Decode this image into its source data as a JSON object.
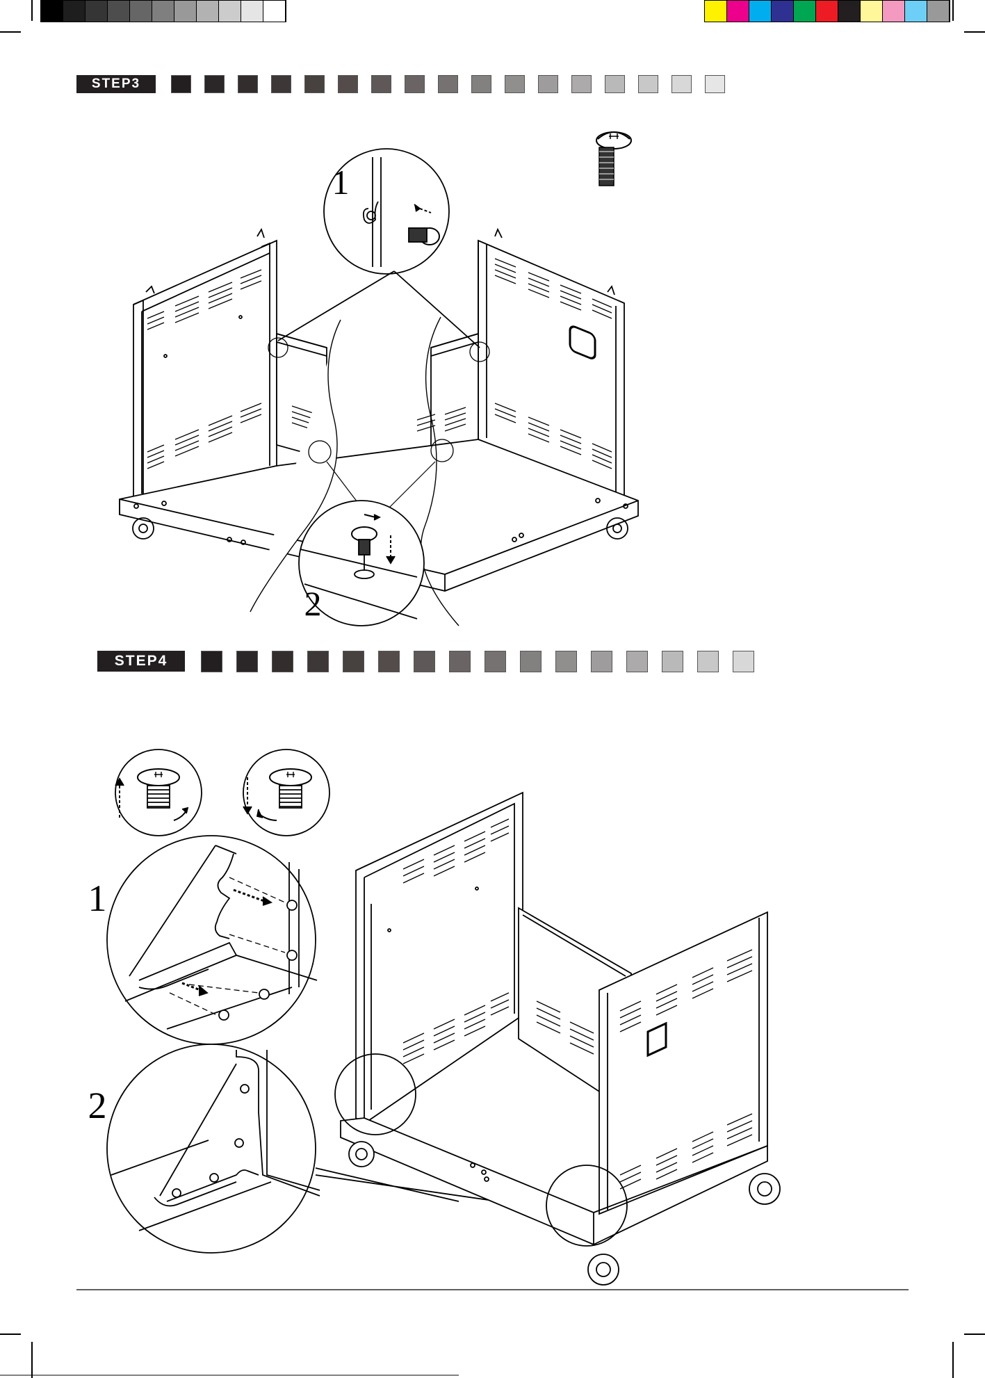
{
  "step3": {
    "label": "STEP3",
    "detail_1": "1",
    "detail_2": "2"
  },
  "step4": {
    "label": "STEP4",
    "detail_1": "1",
    "detail_2": "2"
  },
  "colors": {
    "grays": [
      "#000000",
      "#1e1e1e",
      "#353535",
      "#4d4d4d",
      "#666666",
      "#7f7f7f",
      "#999999",
      "#b2b2b2",
      "#cccccc",
      "#e5e5e5",
      "#ffffff"
    ],
    "process": [
      "#fff200",
      "#ec008c",
      "#00aeef",
      "#2e3192",
      "#00a651",
      "#ed1c24",
      "#231f20",
      "#fff799",
      "#f49ac1",
      "#6dcff6",
      "#999999"
    ],
    "step3_squares": [
      "#231f20",
      "#2b2627",
      "#332d2e",
      "#3d3738",
      "#47413f",
      "#534c4b",
      "#5e5858",
      "#6a6464",
      "#767272",
      "#838080",
      "#918e8e",
      "#9e9c9c",
      "#acaaaa",
      "#bab9b9",
      "#c9c8c8",
      "#d8d8d8",
      "#e6e6e6"
    ],
    "step4_squares": [
      "#231f20",
      "#2b2627",
      "#332d2e",
      "#3d3738",
      "#47413f",
      "#534c4b",
      "#5e5858",
      "#6a6464",
      "#767272",
      "#838080",
      "#918e8e",
      "#9e9c9c",
      "#acaaaa",
      "#bab9b9",
      "#c9c8c8",
      "#d8d8d8"
    ]
  }
}
